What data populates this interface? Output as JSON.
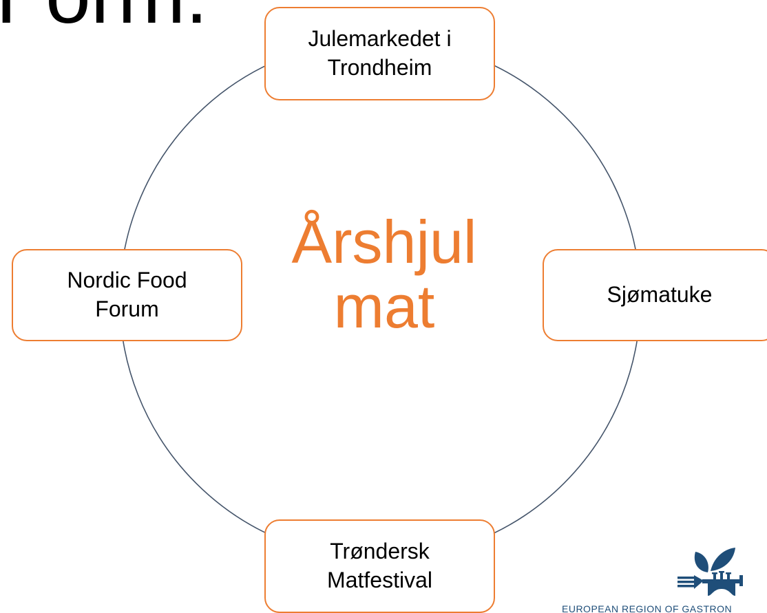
{
  "page": {
    "cut_heading": "Form."
  },
  "diagram": {
    "center_title": "Årshjul mat",
    "nodes": {
      "top": "Julemarkedet i Trondheim",
      "right": "Sjømatuke",
      "bottom": "Trøndersk Matfestival",
      "left": "Nordic Food Forum"
    },
    "colors": {
      "accent": "#ED7D31",
      "circle_line": "#44546A",
      "logo_blue": "#1F4E79"
    }
  },
  "logo": {
    "icon": "leaf-fork-bridge-logo-icon",
    "caption": "EUROPEAN REGION OF GASTRON"
  }
}
